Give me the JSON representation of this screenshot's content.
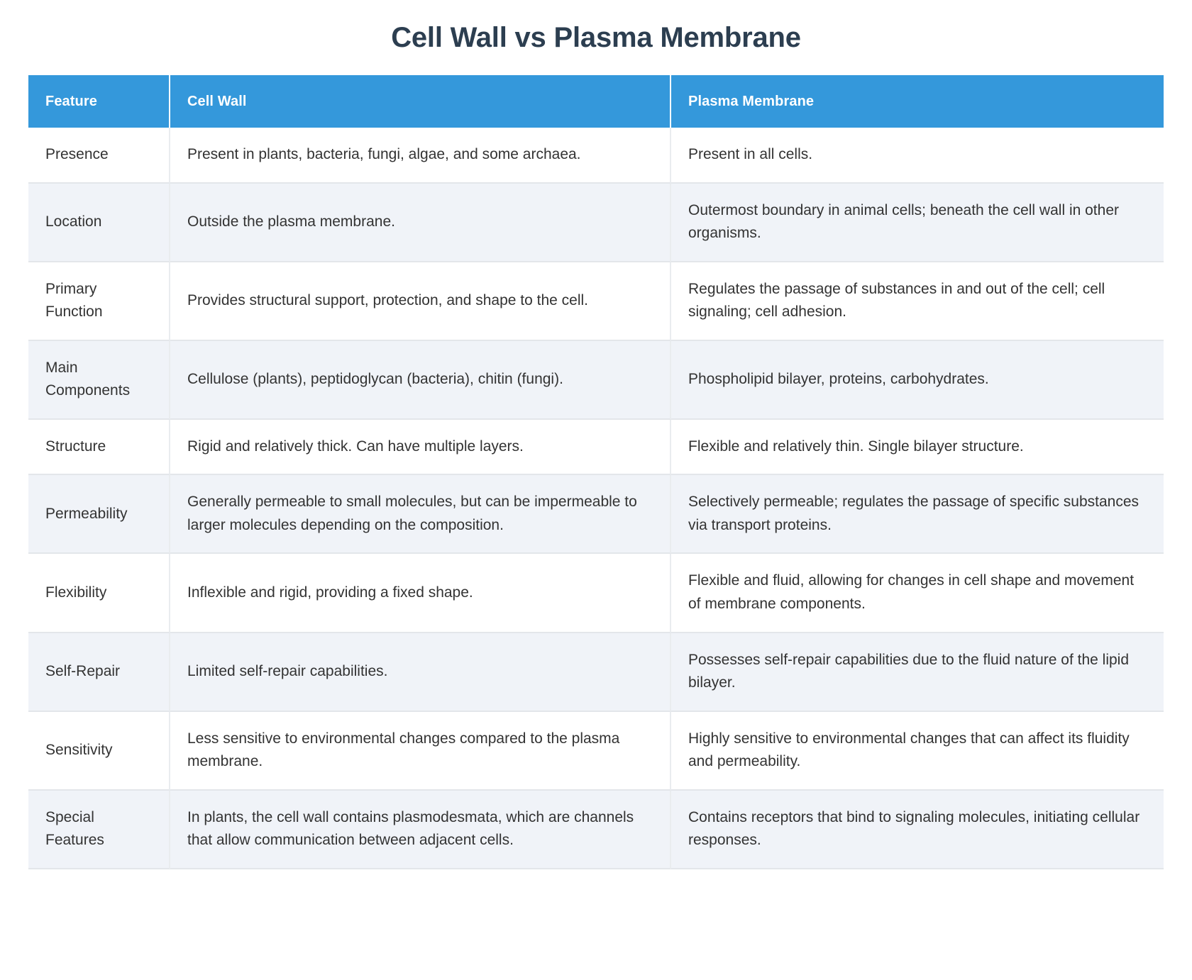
{
  "title": "Cell Wall vs Plasma Membrane",
  "theme": {
    "header_bg": "#3498db",
    "header_text": "#ffffff",
    "title_color": "#2c3e50",
    "row_alt_bg": "#f0f3f8",
    "row_bg": "#ffffff",
    "border_color": "#e3e6ea",
    "body_text": "#333333"
  },
  "table": {
    "columns": [
      {
        "key": "feature",
        "label": "Feature"
      },
      {
        "key": "cell_wall",
        "label": "Cell Wall"
      },
      {
        "key": "plasma_membrane",
        "label": "Plasma Membrane"
      }
    ],
    "rows": [
      {
        "feature": "Presence",
        "cell_wall": "Present in plants, bacteria, fungi, algae, and some archaea.",
        "plasma_membrane": "Present in all cells."
      },
      {
        "feature": "Location",
        "cell_wall": "Outside the plasma membrane.",
        "plasma_membrane": "Outermost boundary in animal cells; beneath the cell wall in other organisms."
      },
      {
        "feature": "Primary Function",
        "cell_wall": "Provides structural support, protection, and shape to the cell.",
        "plasma_membrane": "Regulates the passage of substances in and out of the cell; cell signaling; cell adhesion."
      },
      {
        "feature": "Main Components",
        "cell_wall": "Cellulose (plants), peptidoglycan (bacteria), chitin (fungi).",
        "plasma_membrane": "Phospholipid bilayer, proteins, carbohydrates."
      },
      {
        "feature": "Structure",
        "cell_wall": "Rigid and relatively thick. Can have multiple layers.",
        "plasma_membrane": "Flexible and relatively thin. Single bilayer structure."
      },
      {
        "feature": "Permeability",
        "cell_wall": "Generally permeable to small molecules, but can be impermeable to larger molecules depending on the composition.",
        "plasma_membrane": "Selectively permeable; regulates the passage of specific substances via transport proteins."
      },
      {
        "feature": "Flexibility",
        "cell_wall": "Inflexible and rigid, providing a fixed shape.",
        "plasma_membrane": "Flexible and fluid, allowing for changes in cell shape and movement of membrane components."
      },
      {
        "feature": "Self-Repair",
        "cell_wall": "Limited self-repair capabilities.",
        "plasma_membrane": "Possesses self-repair capabilities due to the fluid nature of the lipid bilayer."
      },
      {
        "feature": "Sensitivity",
        "cell_wall": "Less sensitive to environmental changes compared to the plasma membrane.",
        "plasma_membrane": "Highly sensitive to environmental changes that can affect its fluidity and permeability."
      },
      {
        "feature": "Special Features",
        "cell_wall": "In plants, the cell wall contains plasmodesmata, which are channels that allow communication between adjacent cells.",
        "plasma_membrane": "Contains receptors that bind to signaling molecules, initiating cellular responses."
      }
    ]
  }
}
